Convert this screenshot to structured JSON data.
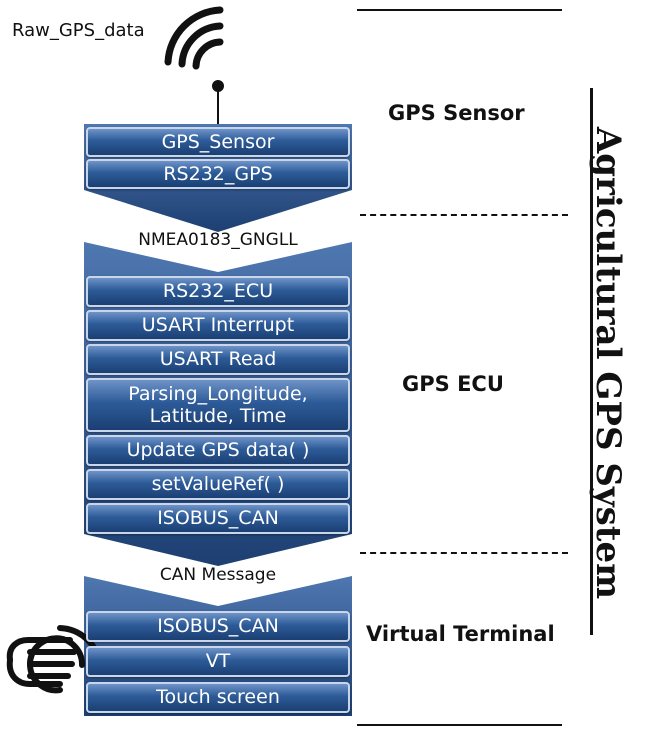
{
  "diagram": {
    "title": "Agricultural GPS System",
    "raw_label": "Raw_GPS_data",
    "stages": [
      {
        "label": "GPS Sensor"
      },
      {
        "label": "GPS ECU"
      },
      {
        "label": "Virtual Terminal"
      }
    ],
    "sensor_boxes": [
      "GPS_Sensor",
      "RS232_GPS"
    ],
    "ecu_boxes": [
      "RS232_ECU",
      "USART Interrupt",
      "USART Read",
      "Parsing_Longitude,\nLatitude, Time",
      "Update GPS data( )",
      "setValueRef( )",
      "ISOBUS_CAN"
    ],
    "vt_boxes": [
      "ISOBUS_CAN",
      "VT",
      "Touch screen"
    ],
    "messages": {
      "sensor_to_ecu": "NMEA0183_GNGLL",
      "ecu_to_vt": "CAN Message"
    },
    "colors": {
      "box_top": "#6e93c8",
      "box_bottom": "#1b3f73",
      "box_border": "#c9d6ea"
    },
    "icons": [
      "wifi-signal-icon",
      "touch-hand-icon"
    ]
  }
}
